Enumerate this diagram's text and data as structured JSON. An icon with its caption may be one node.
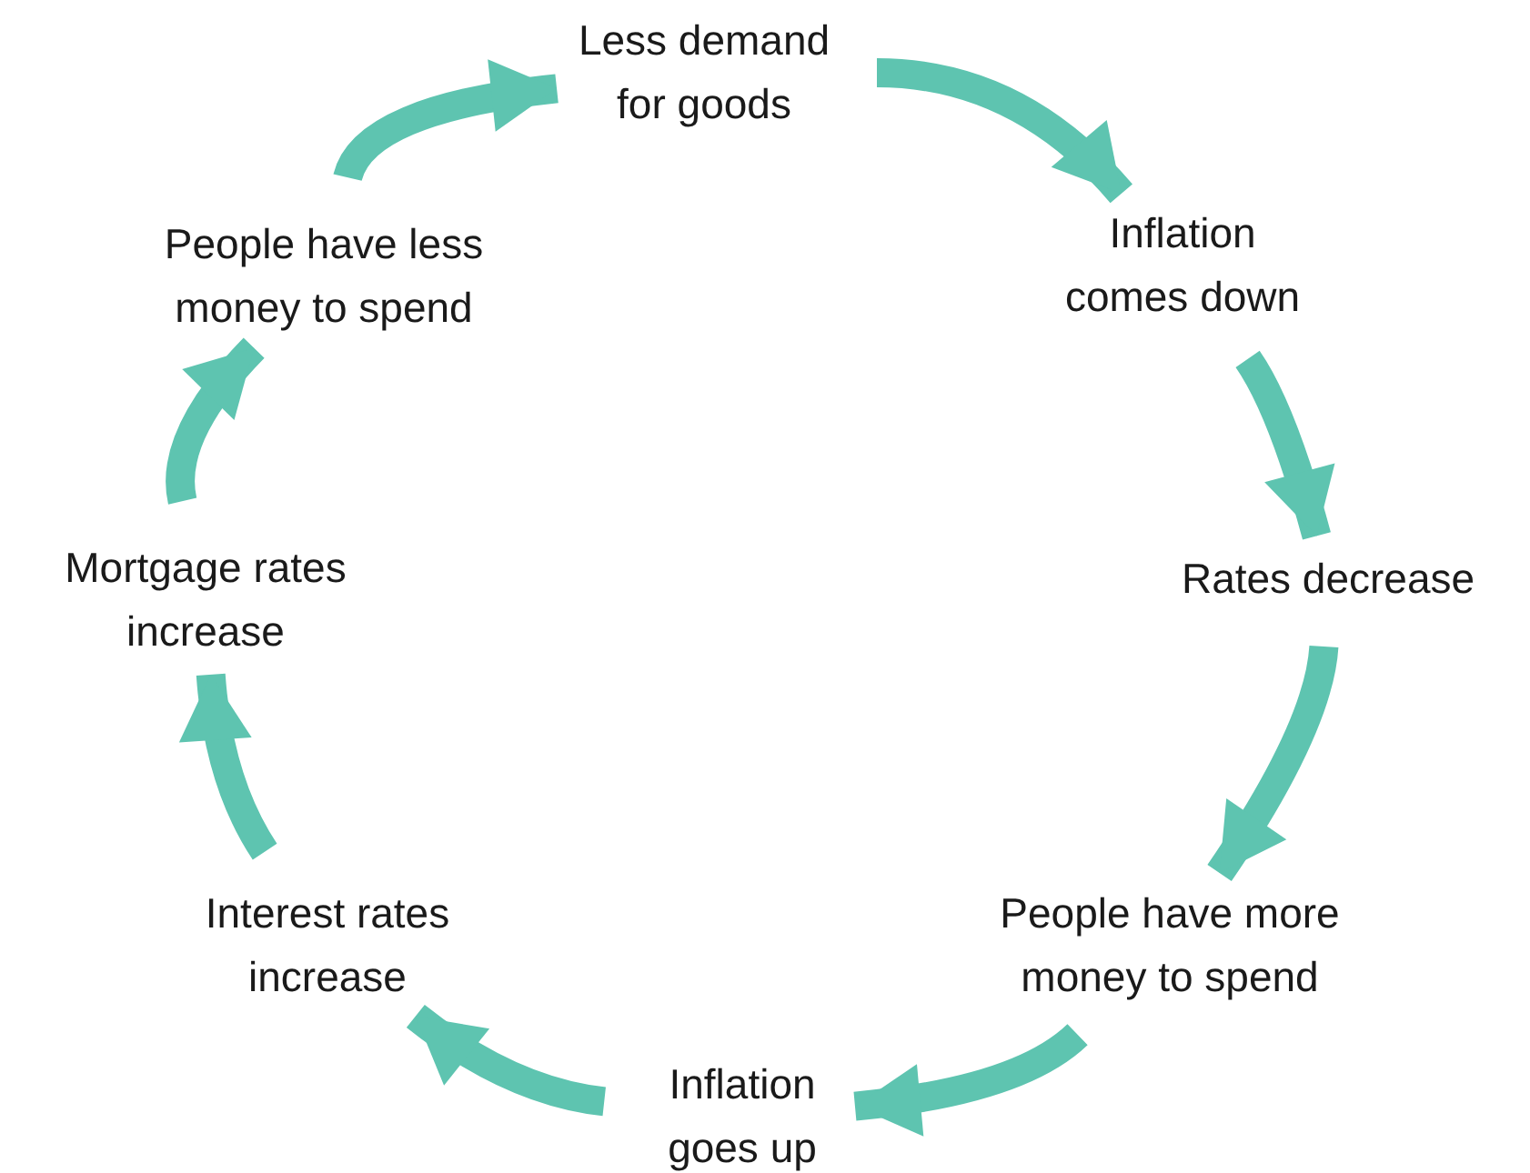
{
  "diagram": {
    "nodes": [
      {
        "text": [
          "Less demand for goods"
        ]
      },
      {
        "text": [
          "Inflation comes down"
        ]
      },
      {
        "text": [
          "Rates decrease"
        ]
      },
      {
        "text": [
          "People have more money to spend"
        ]
      },
      {
        "text": [
          "Inflation goes up"
        ]
      },
      {
        "text": [
          "Interest rates increase"
        ]
      },
      {
        "text": [
          "Mortgage rates increase"
        ]
      },
      {
        "text": [
          "People have less money to spend"
        ]
      }
    ],
    "edges": [
      {
        "from": 0,
        "to": 1,
        "arrow": "to"
      },
      {
        "from": 1,
        "to": 2,
        "arrow": "to"
      },
      {
        "from": 2,
        "to": 3,
        "arrow": "to"
      },
      {
        "from": 3,
        "to": 4,
        "arrow": "to"
      },
      {
        "from": 4,
        "to": 5,
        "arrow": "to"
      },
      {
        "from": 5,
        "to": 6,
        "arrow": "to"
      },
      {
        "from": 6,
        "to": 7,
        "arrow": "to"
      },
      {
        "from": 7,
        "to": 0,
        "arrow": "to"
      }
    ]
  }
}
